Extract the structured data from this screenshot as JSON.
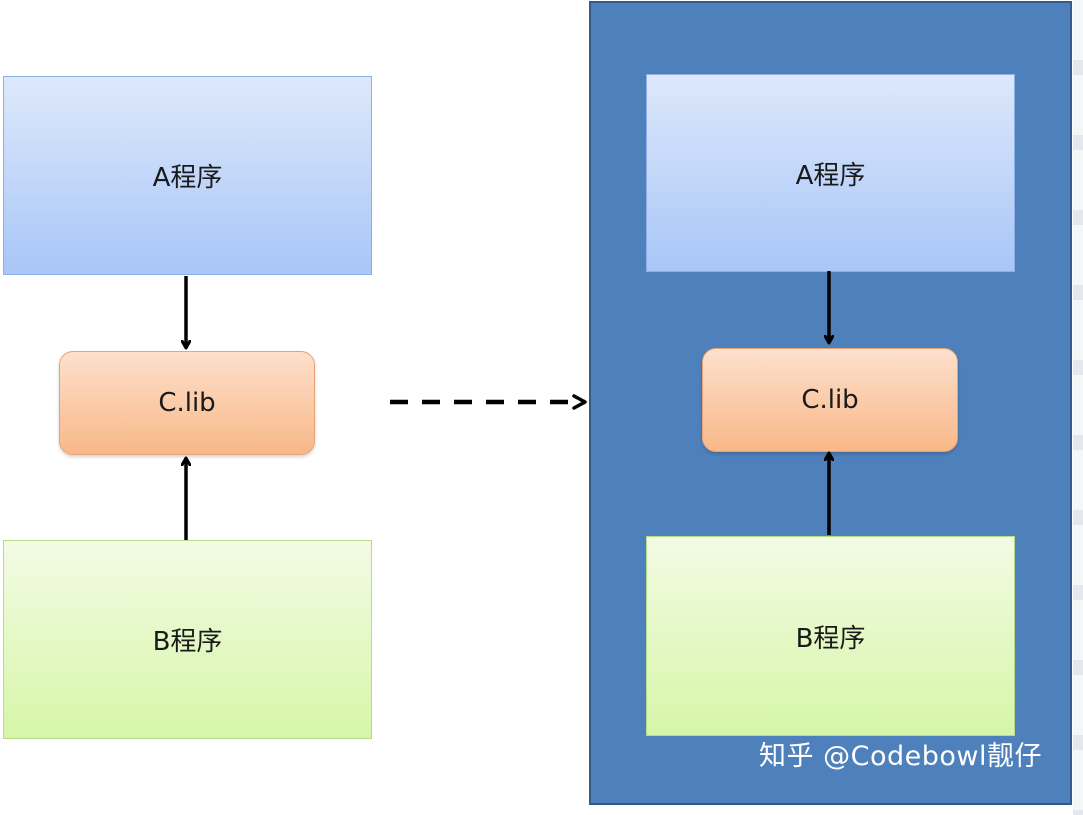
{
  "left_group": {
    "a_label": "A程序",
    "c_label": "C.lib",
    "b_label": "B程序"
  },
  "right_group": {
    "a_label": "A程序",
    "c_label": "C.lib",
    "b_label": "B程序"
  },
  "watermark": "知乎 @Codebowl靓仔",
  "colors": {
    "container": "#4e80bc",
    "box_a": "#a8c6f7",
    "box_b": "#d6f6a8",
    "box_c": "#f8b888",
    "arrow": "#000000"
  }
}
